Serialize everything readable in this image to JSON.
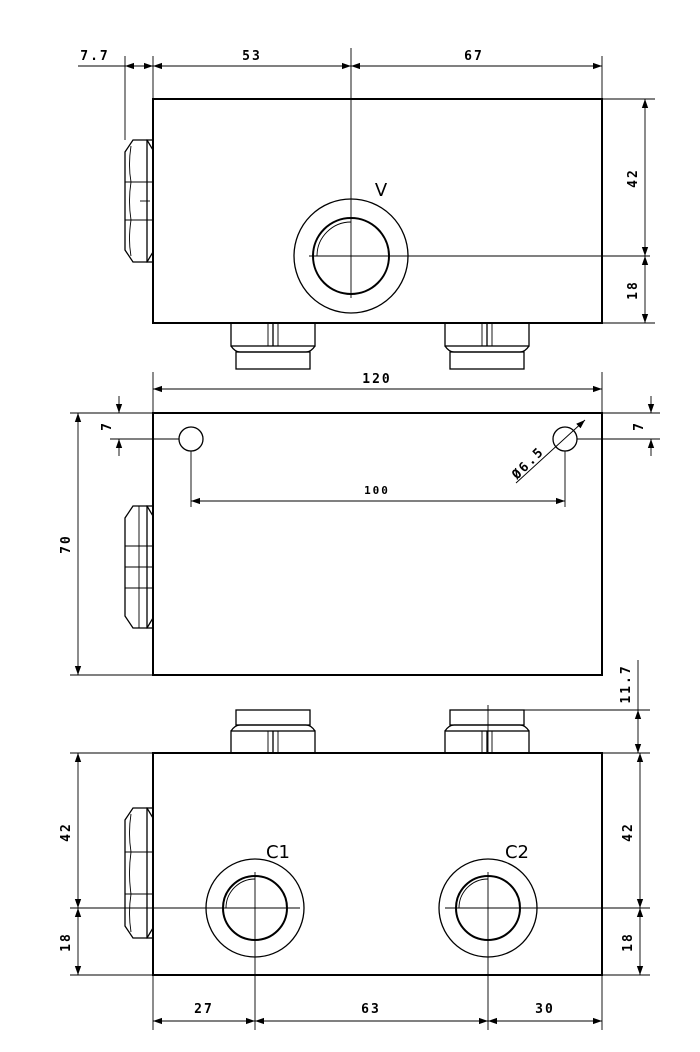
{
  "dimensions": {
    "top_offset_left": "7.7",
    "top_width_left": "53",
    "top_width_right": "67",
    "top_height_upper": "42",
    "top_height_lower": "18",
    "mid_length": "120",
    "mid_hole_offset_left": "7",
    "mid_hole_offset_right": "7",
    "mid_hole_spacing": "100",
    "mid_hole_diameter": "Ø6.5",
    "mid_height": "70",
    "bot_fitting_height": "11.7",
    "bot_height_upper_left": "42",
    "bot_height_lower_left": "18",
    "bot_height_upper_right": "42",
    "bot_height_lower_right": "18",
    "bot_spacing_left": "27",
    "bot_spacing_mid": "63",
    "bot_spacing_right": "30"
  },
  "ports": {
    "top": "V",
    "bottom_left": "C1",
    "bottom_right": "C2"
  }
}
